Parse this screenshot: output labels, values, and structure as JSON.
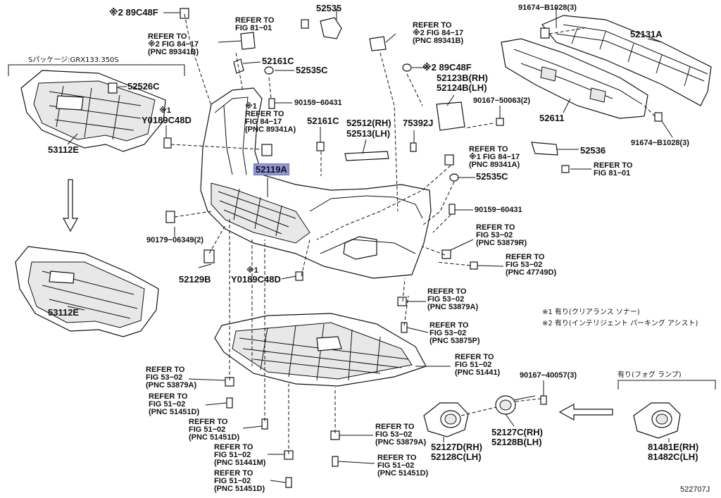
{
  "diagram": {
    "figure_id": "522707J",
    "s_package": "Sパッケージ:GRX133.350S",
    "fog_lamp_note": "有り(フォグ ランプ)",
    "notes": [
      "※1 有り(クリアランス ソナー)",
      "※2 有り(インテリジェント パーキング アシスト)"
    ],
    "parts": {
      "p89c48f_a": "※2 89C48F",
      "p52535": "52535",
      "p91674_a": "91674−B1028(3)",
      "p52131a": "52131A",
      "p52526c": "52526C",
      "p52161c_a": "52161C",
      "p52535c_a": "52535C",
      "p89c48f_b": "※2 89C48F",
      "p52123b": "52123B(RH)",
      "p52124b": "52124B(LH)",
      "p90159_a": "90159−60431",
      "p90167_a": "90167−50063(2)",
      "p52611": "52611",
      "p91674_b": "91674−B1028(3)",
      "y0189_a_mark": "※1",
      "y0189_a": "Y0189C48D",
      "p52161c_b": "52161C",
      "p52512": "52512(RH)",
      "p52513": "52513(LH)",
      "p75392j": "75392J",
      "p52536": "52536",
      "p53112e_a": "53112E",
      "p52119a": "52119A",
      "p52535c_b": "52535C",
      "p90159_b": "90159−60431",
      "p90179": "90179−06349(2)",
      "p52129b": "52129B",
      "y0189_b_mark": "※1",
      "y0189_b": "Y0189C48D",
      "p53112e_b": "53112E",
      "p90167_b": "90167−40057(3)",
      "p52127c": "52127C(RH)",
      "p52128b": "52128B(LH)",
      "p52127d": "52127D(RH)",
      "p52128c": "52128C(LH)",
      "p81481e": "81481E(RH)",
      "p81482c": "81482C(LH)"
    },
    "refers": {
      "r_81_01_a": "REFER TO\nFIG 81−01",
      "r_84_17_a": "REFER TO\n※2 FIG 84−17\n(PNC 89341B)",
      "r_84_17_b": "REFER TO\n※2 FIG 84−17\n(PNC 89341B)",
      "r_84_17_c": "※1\nREFER TO\nFIG 84−17\n(PNC 89341A)",
      "r_84_17_d": "REFER TO\n※1 FIG 84−17\n(PNC 89341A)",
      "r_81_01_b": "REFER TO\nFIG 81−01",
      "r_53_02_a": "REFER TO\nFIG 53−02\n(PNC 53879R)",
      "r_53_02_b": "REFER TO\nFIG 53−02\n(PNC 47749D)",
      "r_53_02_c": "REFER TO\nFIG 53−02\n(PNC 53879A)",
      "r_53_02_d": "REFER TO\nFIG 53−02\n(PNC 53875P)",
      "r_51_02_a": "REFER TO\nFIG 51−02\n(PNC 51441)",
      "r_53_02_e": "REFER TO\nFIG 53−02\n(PNC 53879A)",
      "r_51_02_b": "REFER TO\nFIG 51−02\n(PNC 51451D)",
      "r_51_02_c": "REFER TO\nFIG 51−02\n(PNC 51451D)",
      "r_51_02_d": "REFER TO\nFIG 51−02\n(PNC 51441M)",
      "r_51_02_e": "REFER TO\nFIG 51−02\n(PNC 51451D)",
      "r_53_02_f": "REFER TO\nFIG 53−02\n(PNC 53879A)",
      "r_51_02_f": "REFER TO\nFIG 51−02\n(PNC 51451D)"
    }
  }
}
